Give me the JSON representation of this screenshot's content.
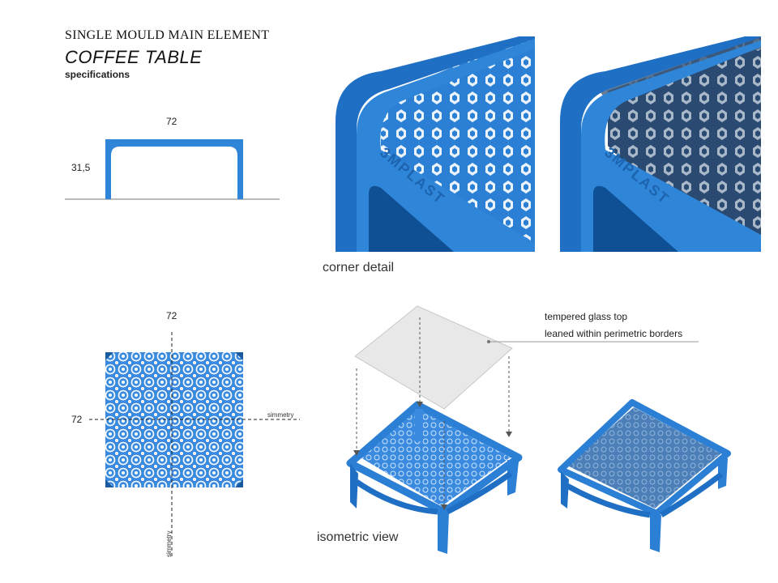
{
  "header": {
    "line1": "SINGLE MOULD MAIN ELEMENT",
    "line2": "COFFEE TABLE",
    "line3": "specifications"
  },
  "elevation": {
    "width_label": "72",
    "height_label": "31,5"
  },
  "plan": {
    "top_label": "72",
    "left_label": "72",
    "axis_h_label": "simmetry",
    "axis_v_label": "simmetry"
  },
  "corner_detail": {
    "caption": "corner detail",
    "brand": "3MPLAST"
  },
  "isometric": {
    "caption": "isometric view",
    "note_line1": "tempered glass top",
    "note_line2": "leaned within perimetric borders"
  },
  "colors": {
    "table_blue": "#2b7fd4",
    "table_dark_blue": "#1e5fa8",
    "glass_grey": "#e6e6e6",
    "line_grey": "#888888"
  }
}
